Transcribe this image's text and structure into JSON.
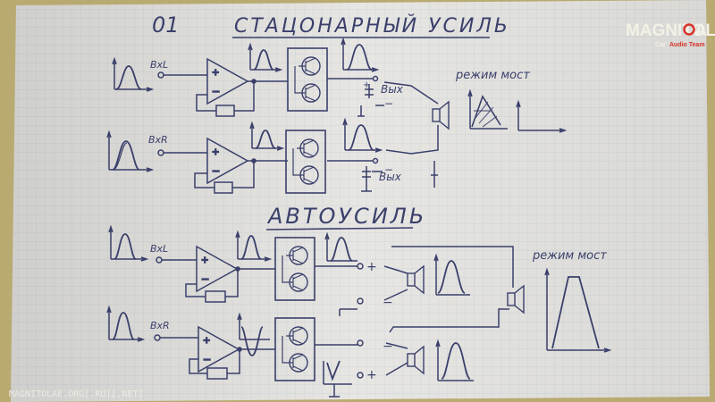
{
  "colors": {
    "paper": "#e7e6e2",
    "grid": "#c9d3df",
    "ink": "#3a3f6b",
    "background": "#b9aa72",
    "brand_accent": "#d8322a"
  },
  "titles": {
    "page_number": "01",
    "stationary": "СТАЦОНАРНЫЙ УСИЛЬ",
    "car": "АВТОУСИЛЬ"
  },
  "labels": {
    "in_l_top": "ВхL",
    "in_r_top": "ВхR",
    "out_top": "Вых",
    "out_bottom": "Вых",
    "bridge_mode_top": "режим мост",
    "in_l_car": "ВхL",
    "in_r_car": "ВхR",
    "bridge_mode_car": "режим мост"
  },
  "brand": {
    "name_left": "MAGNITOL",
    "name_right": "A",
    "tagline_left": "Car",
    "tagline_right": "Audio Team"
  },
  "watermark": "MAGNITOLAE.ORG[.RU][.NET]"
}
